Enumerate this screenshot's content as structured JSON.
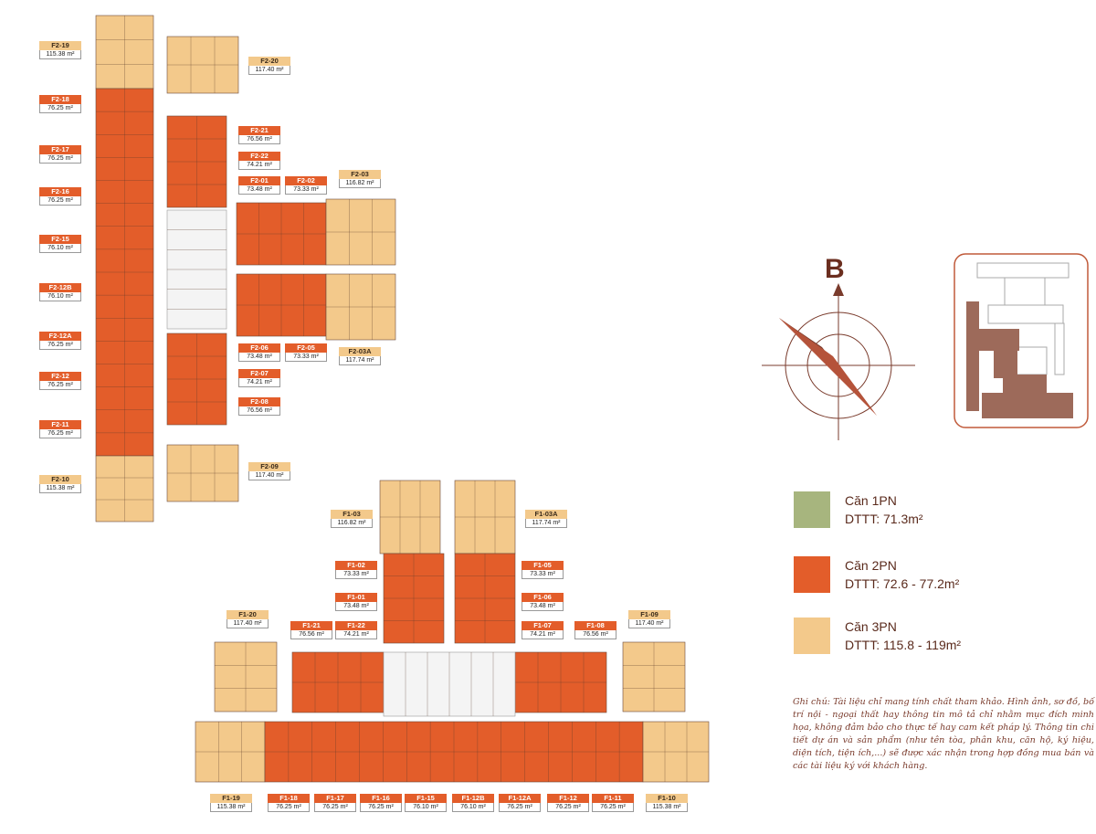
{
  "colors": {
    "accent": "#6b2e1f",
    "unit_1pn": "#a7b57e",
    "unit_2pn": "#e35d2a",
    "unit_3pn": "#f3c98b",
    "text": "#5a2a1c"
  },
  "compass": {
    "letter": "B"
  },
  "legend": [
    {
      "type": "1pn",
      "title": "Căn 1PN",
      "area": "DTTT: 71.3m²"
    },
    {
      "type": "2pn",
      "title": "Căn 2PN",
      "area": "DTTT: 72.6 - 77.2m²"
    },
    {
      "type": "3pn",
      "title": "Căn 3PN",
      "area": "DTTT: 115.8 - 119m²"
    }
  ],
  "note": "Ghi chú: Tài liệu chỉ mang tính chất tham khảo. Hình ảnh, sơ đồ, bố trí nội - ngoại thất hay thông tin mô tả chỉ nhằm mục đích minh họa, không đảm bảo cho thực tế hay cam kết pháp lý. Thông tin chi tiết dự án và sản phẩm (như tên tòa, phân khu, căn hộ, ký hiệu, diện tích, tiện ích,...) sẽ được xác nhận trong hợp đồng mua bán và các tài liệu ký với khách hàng.",
  "units": [
    {
      "code": "F2-19",
      "area": "115.38 m²",
      "type": "3pn"
    },
    {
      "code": "F2-20",
      "area": "117.40 m²",
      "type": "3pn"
    },
    {
      "code": "F2-18",
      "area": "76.25 m²",
      "type": "2pn"
    },
    {
      "code": "F2-21",
      "area": "76.56 m²",
      "type": "2pn"
    },
    {
      "code": "F2-17",
      "area": "76.25 m²",
      "type": "2pn"
    },
    {
      "code": "F2-22",
      "area": "74.21 m²",
      "type": "2pn"
    },
    {
      "code": "F2-01",
      "area": "73.48 m²",
      "type": "2pn"
    },
    {
      "code": "F2-02",
      "area": "73.33 m²",
      "type": "2pn"
    },
    {
      "code": "F2-03",
      "area": "116.82 m²",
      "type": "3pn"
    },
    {
      "code": "F2-16",
      "area": "76.25 m²",
      "type": "2pn"
    },
    {
      "code": "F2-15",
      "area": "76.10 m²",
      "type": "2pn"
    },
    {
      "code": "F2-12B",
      "area": "76.10 m²",
      "type": "2pn"
    },
    {
      "code": "F2-12A",
      "area": "76.25 m²",
      "type": "2pn"
    },
    {
      "code": "F2-06",
      "area": "73.48 m²",
      "type": "2pn"
    },
    {
      "code": "F2-05",
      "area": "73.33 m²",
      "type": "2pn"
    },
    {
      "code": "F2-03A",
      "area": "117.74 m²",
      "type": "3pn"
    },
    {
      "code": "F2-07",
      "area": "74.21 m²",
      "type": "2pn"
    },
    {
      "code": "F2-12",
      "area": "76.25 m²",
      "type": "2pn"
    },
    {
      "code": "F2-08",
      "area": "76.56 m²",
      "type": "2pn"
    },
    {
      "code": "F2-11",
      "area": "76.25 m²",
      "type": "2pn"
    },
    {
      "code": "F2-09",
      "area": "117.40 m²",
      "type": "3pn"
    },
    {
      "code": "F2-10",
      "area": "115.38 m²",
      "type": "3pn"
    },
    {
      "code": "F1-03",
      "area": "116.82 m²",
      "type": "3pn"
    },
    {
      "code": "F1-03A",
      "area": "117.74 m²",
      "type": "3pn"
    },
    {
      "code": "F1-02",
      "area": "73.33 m²",
      "type": "2pn"
    },
    {
      "code": "F1-05",
      "area": "73.33 m²",
      "type": "2pn"
    },
    {
      "code": "F1-01",
      "area": "73.48 m²",
      "type": "2pn"
    },
    {
      "code": "F1-06",
      "area": "73.48 m²",
      "type": "2pn"
    },
    {
      "code": "F1-20",
      "area": "117.40 m²",
      "type": "3pn"
    },
    {
      "code": "F1-09",
      "area": "117.40 m²",
      "type": "3pn"
    },
    {
      "code": "F1-21",
      "area": "76.56 m²",
      "type": "2pn"
    },
    {
      "code": "F1-22",
      "area": "74.21 m²",
      "type": "2pn"
    },
    {
      "code": "F1-07",
      "area": "74.21 m²",
      "type": "2pn"
    },
    {
      "code": "F1-08",
      "area": "76.56 m²",
      "type": "2pn"
    },
    {
      "code": "F1-19",
      "area": "115.38 m²",
      "type": "3pn"
    },
    {
      "code": "F1-18",
      "area": "76.25 m²",
      "type": "2pn"
    },
    {
      "code": "F1-17",
      "area": "76.25 m²",
      "type": "2pn"
    },
    {
      "code": "F1-16",
      "area": "76.25 m²",
      "type": "2pn"
    },
    {
      "code": "F1-15",
      "area": "76.10 m²",
      "type": "2pn"
    },
    {
      "code": "F1-12B",
      "area": "76.10 m²",
      "type": "2pn"
    },
    {
      "code": "F1-12A",
      "area": "76.25 m²",
      "type": "2pn"
    },
    {
      "code": "F1-12",
      "area": "76.25 m²",
      "type": "2pn"
    },
    {
      "code": "F1-11",
      "area": "76.25 m²",
      "type": "2pn"
    },
    {
      "code": "F1-10",
      "area": "115.38 m²",
      "type": "3pn"
    }
  ]
}
